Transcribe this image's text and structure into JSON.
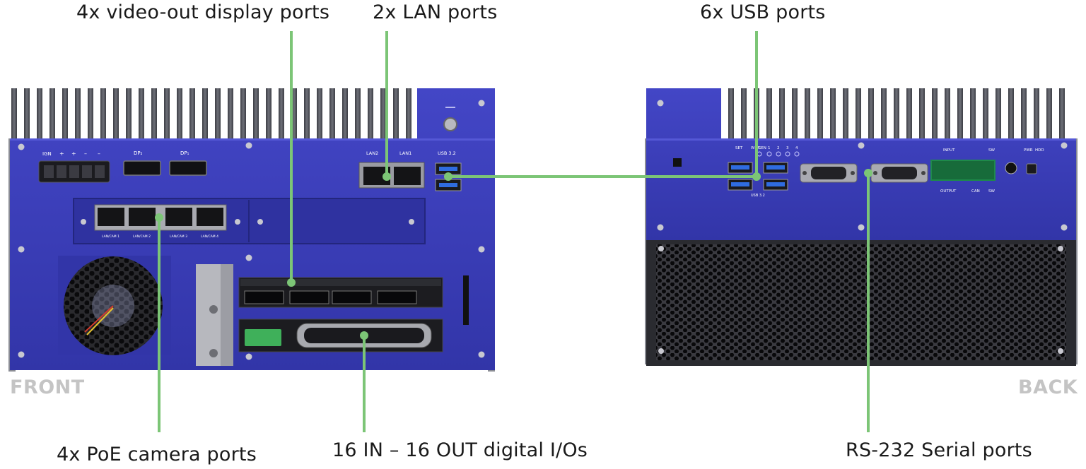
{
  "callouts": {
    "video_out": "4x video-out display ports",
    "lan": "2x LAN ports",
    "usb": "6x USB ports",
    "poe": "4x PoE camera ports",
    "dio": "16 IN – 16 OUT digital I/Os",
    "serial": "RS-232 Serial ports"
  },
  "views": {
    "front": "FRONT",
    "back": "BACK"
  },
  "front_panel": {
    "ign": "IGN",
    "plus1": "+",
    "plus2": "+",
    "minus1": "–",
    "minus2": "–",
    "dp2": "DP₂",
    "dp1": "DP₁",
    "lan2": "LAN2",
    "lan1": "LAN1",
    "usb32": "USB 3.2",
    "poe_labels": [
      "LAN/CAM 1",
      "LAN/CAM 2",
      "LAN/CAM 3",
      "LAN/CAM 4"
    ]
  },
  "back_panel": {
    "set": "SET",
    "wdt": "WDT",
    "gen": "GEN",
    "n1": "1",
    "n2": "2",
    "n3": "3",
    "n4": "4",
    "usb32": "USB 3.2",
    "input": "INPUT",
    "output": "OUTPUT",
    "can": "CAN",
    "sw_top": "SW",
    "sw_bot": "SW",
    "pwr": "PWR",
    "hdd": "HDD"
  },
  "colors": {
    "chassis_blue": "#3a3db8",
    "heatsink": "#5a5c66",
    "callout_line": "#7cc576",
    "label_gray": "#c4c4c4"
  }
}
